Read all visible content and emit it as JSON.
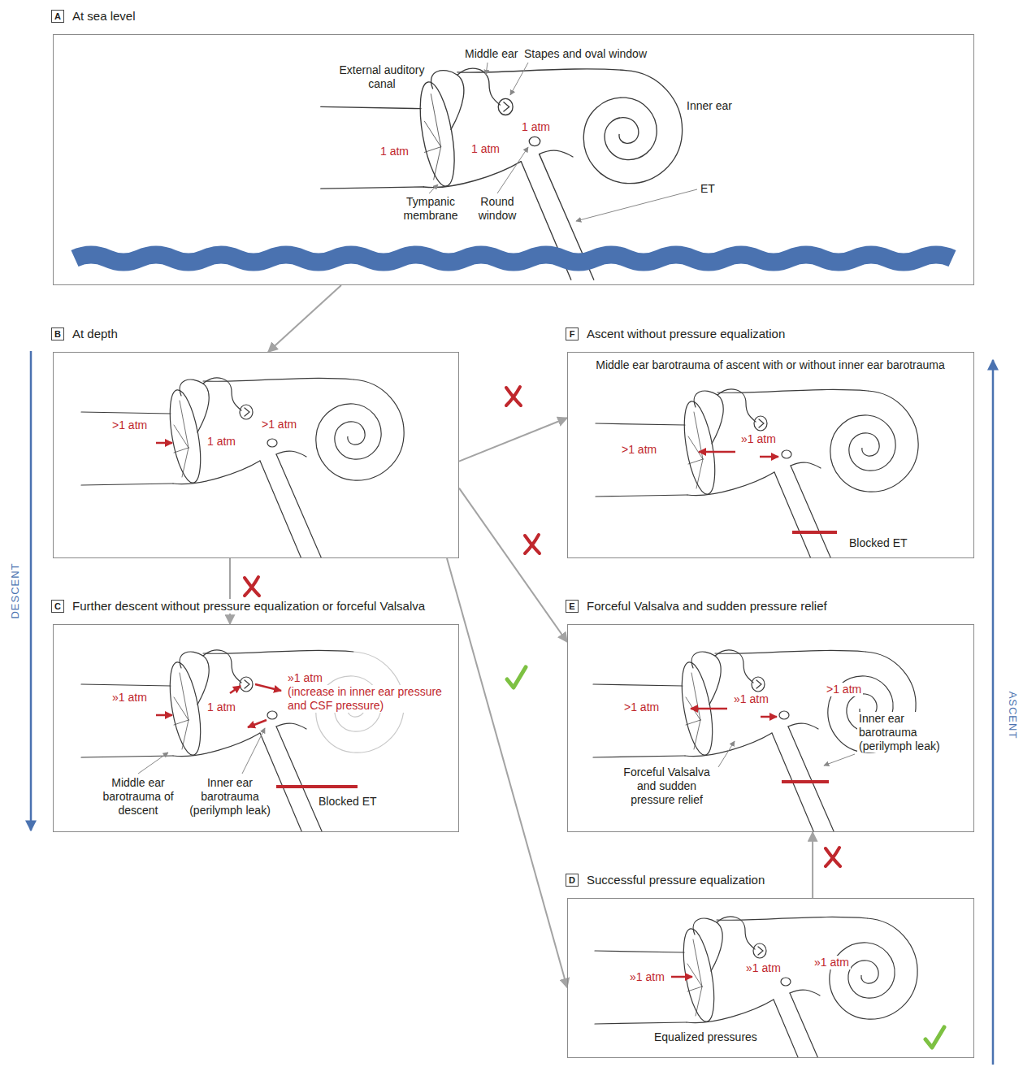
{
  "diagram": {
    "nodes": [
      {
        "text": [
          "A",
          "At sea level",
          "Middle ear",
          "Stapes and oval window",
          "External auditory canal",
          "Inner ear",
          "1 atm",
          "1 atm",
          "1 atm",
          "Tympanic membrane",
          "Round window",
          "ET"
        ]
      },
      {
        "text": [
          "B",
          "At depth",
          ">1 atm",
          "1 atm",
          ">1 atm"
        ]
      },
      {
        "text": [
          "F",
          "Ascent without pressure equalization",
          "Middle ear barotrauma of ascent with or without inner ear barotrauma",
          ">1 atm",
          "»1 atm",
          "Blocked ET"
        ]
      },
      {
        "text": [
          "C",
          "Further descent without pressure equalization or forceful Valsalva",
          "»1 atm",
          "1 atm",
          "»1 atm",
          "(increase in inner ear pressure and CSF pressure)",
          "Middle ear barotrauma of descent",
          "Inner ear barotrauma (perilymph leak)",
          "Blocked ET"
        ]
      },
      {
        "text": [
          "E",
          "Forceful Valsalva and sudden pressure relief",
          ">1 atm",
          "»1 atm",
          ">1 atm",
          "Inner ear barotrauma (perilymph leak)",
          "Forceful Valsalva and sudden pressure relief"
        ]
      },
      {
        "text": [
          "D",
          "Successful pressure equalization",
          "»1 atm",
          "»1 atm",
          "»1 atm",
          "Equalized pressures"
        ]
      }
    ],
    "edges": [
      {
        "from": 0,
        "to": 1,
        "arrow": "to"
      },
      {
        "from": 1,
        "to": 2,
        "arrow": "to"
      },
      {
        "from": 1,
        "to": 3,
        "arrow": "to"
      },
      {
        "from": 1,
        "to": 4,
        "arrow": "to"
      },
      {
        "from": 1,
        "to": 5,
        "arrow": "to"
      },
      {
        "from": 5,
        "to": 4,
        "arrow": "to"
      }
    ],
    "labels": [
      "DESCENT",
      "ASCENT"
    ]
  }
}
